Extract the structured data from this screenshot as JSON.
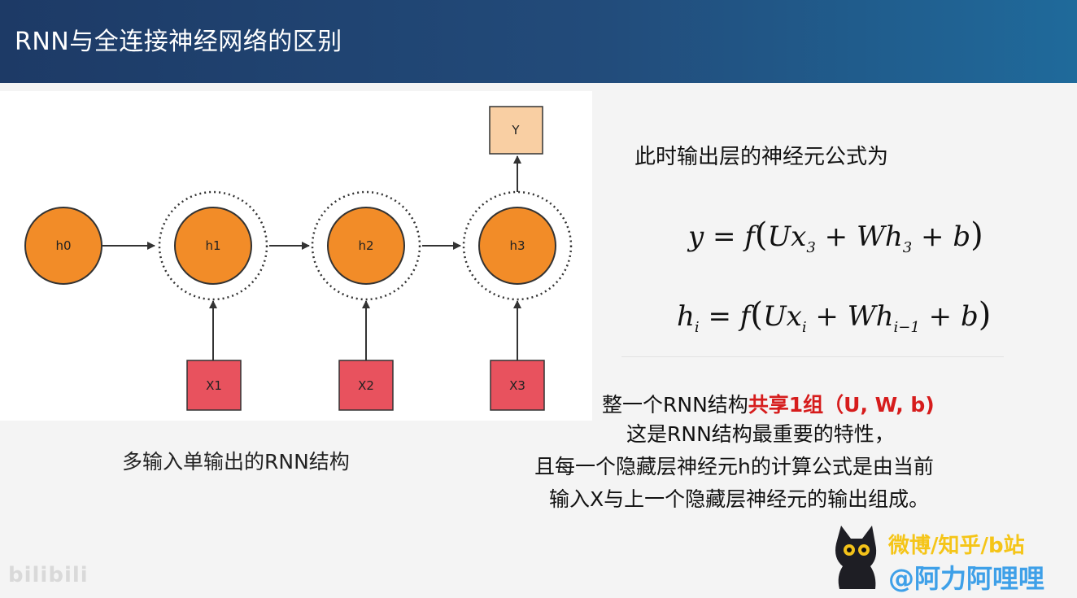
{
  "title": "RNN与全连接神经网络的区别",
  "diagram": {
    "nodes": [
      "h0",
      "h1",
      "h2",
      "h3"
    ],
    "inputs": [
      "X1",
      "X2",
      "X3"
    ],
    "output": "Y",
    "caption": "多输入单输出的RNN结构"
  },
  "formula_section": {
    "heading": "此时输出层的神经元公式为"
  },
  "description": {
    "line1_prefix": "整一个RNN结构",
    "line1_highlight": "共享1组（U, W, b)",
    "line2": "这是RNN结构最重要的特性，",
    "line3": "且每一个隐藏层神经元h的计算公式是由当前",
    "line4": "输入X与上一个隐藏层神经元的输出组成。"
  },
  "watermarks": {
    "left": "bilibili",
    "right_top": "微博/知乎/b站",
    "right_bottom": "@阿力阿哩哩"
  },
  "colors": {
    "title_bar": "#1f4a7a",
    "node_fill": "#f28c28",
    "input_fill": "#e8525e",
    "output_fill": "#f9cfa3",
    "highlight": "#d61c1c"
  }
}
